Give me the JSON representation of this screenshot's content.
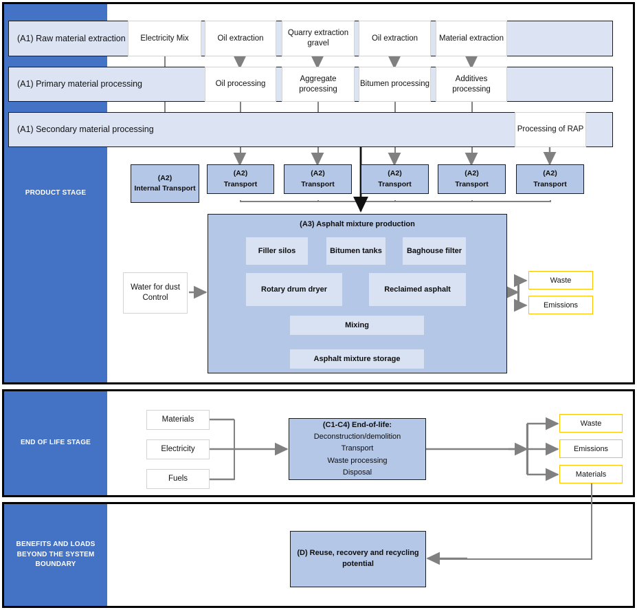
{
  "diagram": {
    "title": "Asphalt mixture life cycle assessment system boundary",
    "colors": {
      "stage_band": "#4472C4",
      "a1_bar": "#DCE3F2",
      "a2_box": "#B4C7E7",
      "a3_container": "#B4C7E7",
      "a3_inner_box": "#D9E2F3",
      "output_border": "#FFC000",
      "connector": "#808080",
      "frame": "#000000"
    }
  },
  "stages": [
    {
      "id": "product",
      "label": "PRODUCT STAGE"
    },
    {
      "id": "end-of-life",
      "label": "END OF LIFE STAGE"
    },
    {
      "id": "benefits",
      "label": "BENEFITS AND LOADS BEYOND THE SYSTEM BOUNDARY"
    }
  ],
  "a1_rows": [
    {
      "id": "raw-material-extraction",
      "label": "(A1) Raw material extraction"
    },
    {
      "id": "primary-material-processing",
      "label": "(A1) Primary material processing"
    },
    {
      "id": "secondary-material-processing",
      "label": "(A1) Secondary material processing"
    }
  ],
  "extraction_boxes": [
    {
      "id": "electricity-mix",
      "label": "Electricity Mix"
    },
    {
      "id": "oil-extraction-1",
      "label": "Oil extraction"
    },
    {
      "id": "quarry-extraction-gravel",
      "label": "Quarry extraction gravel"
    },
    {
      "id": "oil-extraction-2",
      "label": "Oil extraction"
    },
    {
      "id": "material-extraction",
      "label": "Material extraction"
    }
  ],
  "primary_processing_boxes": [
    {
      "id": "oil-processing",
      "label": "Oil processing"
    },
    {
      "id": "aggregate-processing",
      "label": "Aggregate processing"
    },
    {
      "id": "bitumen-processing",
      "label": "Bitumen processing"
    },
    {
      "id": "additives-processing",
      "label": "Additives processing"
    }
  ],
  "secondary_processing_boxes": [
    {
      "id": "processing-of-rap",
      "label": "Processing of RAP"
    }
  ],
  "transport_boxes": [
    {
      "id": "internal-transport",
      "code": "(A2)",
      "label": "Internal Transport"
    },
    {
      "id": "transport-1",
      "code": "(A2)",
      "label": "Transport"
    },
    {
      "id": "transport-2",
      "code": "(A2)",
      "label": "Transport"
    },
    {
      "id": "transport-3",
      "code": "(A2)",
      "label": "Transport"
    },
    {
      "id": "transport-4",
      "code": "(A2)",
      "label": "Transport"
    },
    {
      "id": "transport-5",
      "code": "(A2)",
      "label": "Transport"
    }
  ],
  "production": {
    "title": "(A3) Asphalt mixture production",
    "units": [
      {
        "id": "filler-silos",
        "label": "Filler silos"
      },
      {
        "id": "bitumen-tanks",
        "label": "Bitumen tanks"
      },
      {
        "id": "baghouse-filter",
        "label": "Baghouse filter"
      },
      {
        "id": "rotary-drum-dryer",
        "label": "Rotary drum dryer"
      },
      {
        "id": "reclaimed-asphalt",
        "label": "Reclaimed asphalt"
      },
      {
        "id": "mixing",
        "label": "Mixing"
      },
      {
        "id": "asphalt-mixture-storage",
        "label": "Asphalt mixture storage"
      }
    ],
    "input": {
      "id": "water-for-dust-control",
      "label": "Water for dust Control"
    },
    "outputs": [
      {
        "id": "waste",
        "label": "Waste"
      },
      {
        "id": "emissions",
        "label": "Emissions"
      }
    ]
  },
  "end_of_life": {
    "inputs": [
      {
        "id": "materials-input",
        "label": "Materials"
      },
      {
        "id": "electricity-input",
        "label": "Electricity"
      },
      {
        "id": "fuels-input",
        "label": "Fuels"
      }
    ],
    "process": {
      "id": "c1-c4-end-of-life",
      "header": "(C1-C4) End-of-life:",
      "lines": [
        "Deconstruction/demolition",
        "Transport",
        "Waste processing",
        "Disposal"
      ]
    },
    "outputs": [
      {
        "id": "waste-output",
        "label": "Waste"
      },
      {
        "id": "emissions-output",
        "label": "Emissions"
      },
      {
        "id": "materials-output",
        "label": "Materials"
      }
    ]
  },
  "benefits": {
    "box": {
      "id": "reuse-recovery-recycling",
      "label": "(D) Reuse, recovery and recycling potential"
    }
  }
}
